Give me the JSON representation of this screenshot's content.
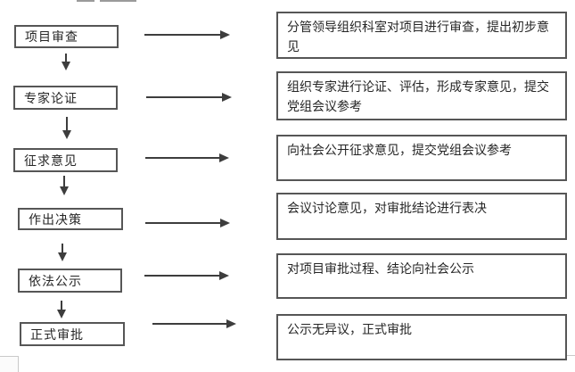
{
  "flowchart": {
    "steps": [
      {
        "label": "项目审查",
        "description": "分管领导组织科室对项目进行审查，提出初步意见"
      },
      {
        "label": "专家论证",
        "description": "组织专家进行论证、评估，形成专家意见，提交党组会议参考"
      },
      {
        "label": "征求意见",
        "description": "向社会公开征求意见，提交党组会议参考"
      },
      {
        "label": "作出决策",
        "description": "会议讨论意见，对审批结论进行表决"
      },
      {
        "label": "依法公示",
        "description": "对项目审批过程、结论向社会公示"
      },
      {
        "label": "正式审批",
        "description": "公示无异议，正式审批"
      }
    ],
    "colors": {
      "box_border": "#565656",
      "arrow": "#3d3d3d",
      "text": "#262626",
      "background": "#ffffff"
    }
  }
}
